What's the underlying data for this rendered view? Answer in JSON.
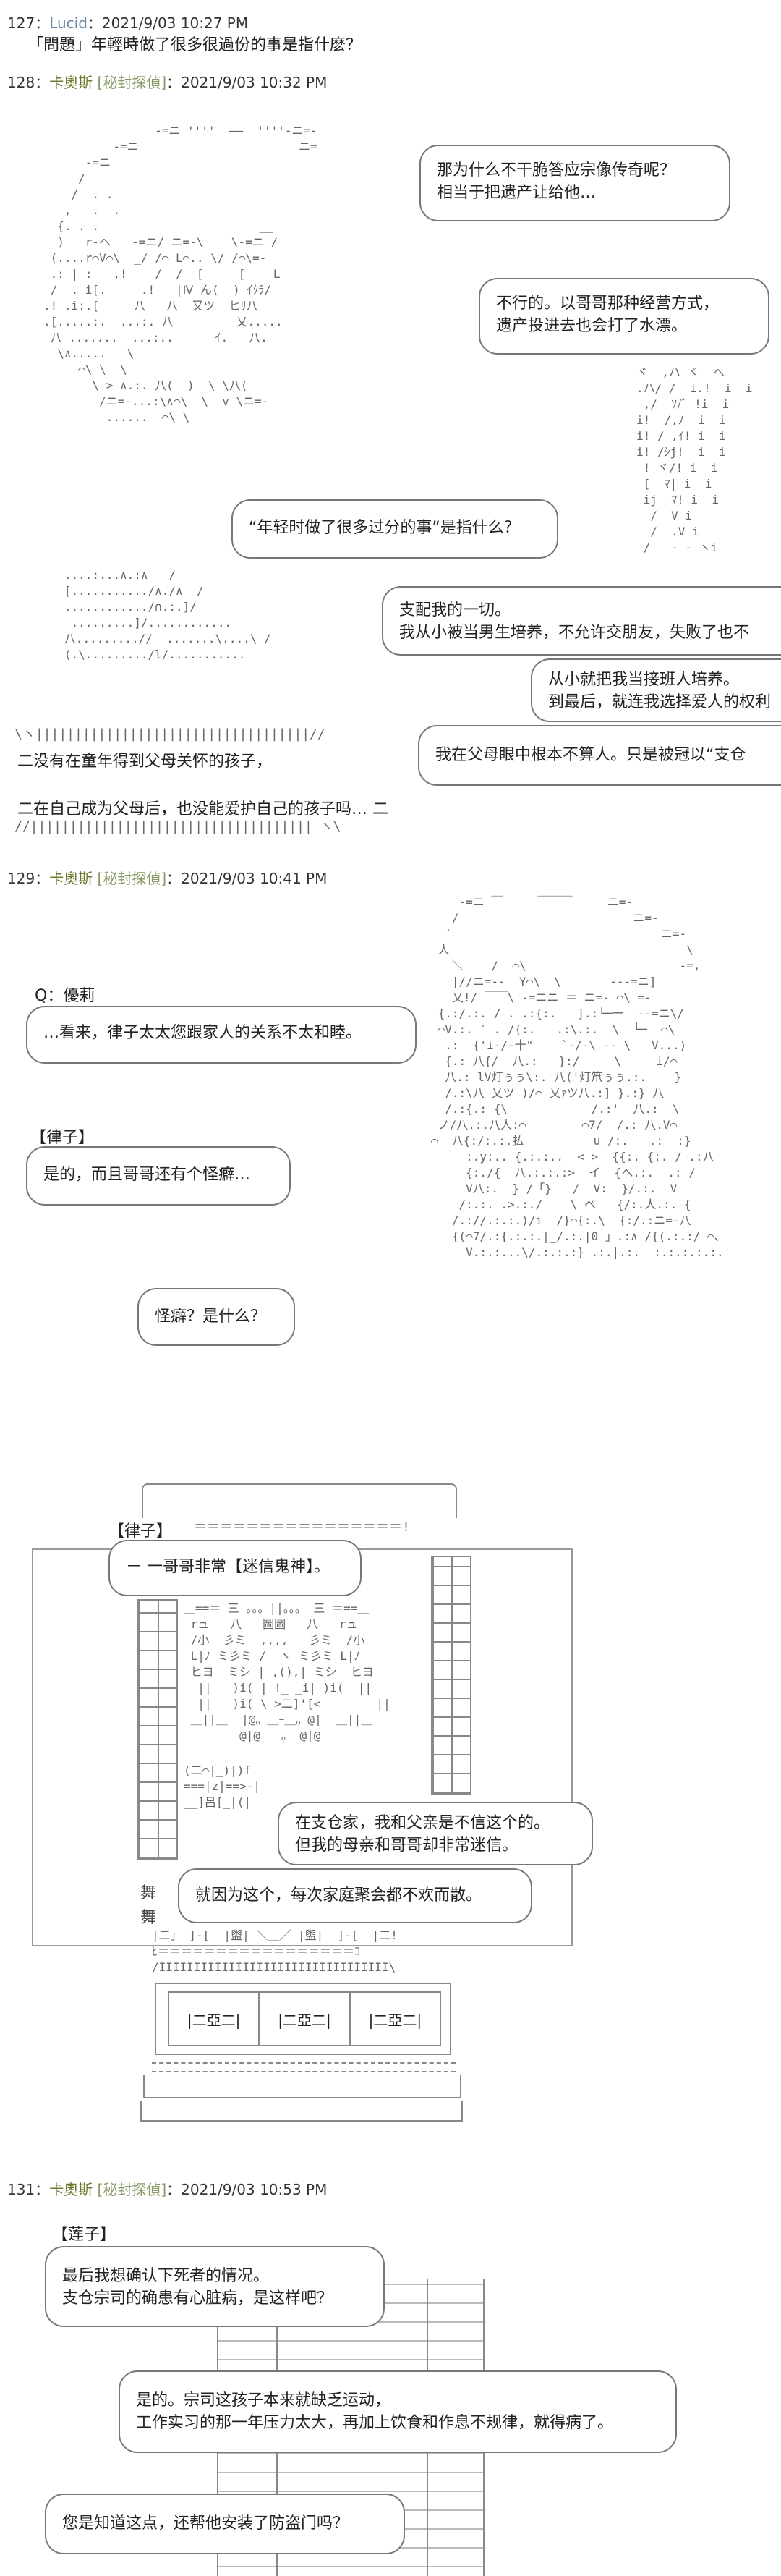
{
  "posts": [
    {
      "number": "127",
      "name": "Lucid",
      "trip": "",
      "datetime": "2021/9/03 10:27 PM",
      "body": "「問題」年輕時做了很多很過份的事是指什麽？"
    },
    {
      "number": "128",
      "name": "卡奧斯",
      "trip": "[秘封探偵]",
      "datetime": "2021/9/03 10:32 PM"
    },
    {
      "number": "129",
      "name": "卡奧斯",
      "trip": "[秘封探偵]",
      "datetime": "2021/9/03 10:41 PM"
    },
    {
      "number": "131",
      "name": "卡奧斯",
      "trip": "[秘封探偵]",
      "datetime": "2021/9/03 10:53 PM"
    }
  ],
  "scene128": {
    "bubble1": [
      "那为什么不干脆答应宗像传奇呢？",
      "相当于把遗产让给他…"
    ],
    "bubble2": [
      "不行的。以哥哥那种经营方式，",
      "遗产投进去也会打了水漂。"
    ],
    "bubble3": [
      "“年轻时做了很多过分的事”是指什么？"
    ],
    "bubble4": [
      "支配我的一切。",
      "我从小被当男生培养，不允许交朋友，失败了也不"
    ],
    "bubble5": [
      "从小就把我当接班人培养。",
      "到最后，就连我选择爱人的权利"
    ],
    "bubble6": [
      "我在父母眼中根本不算人。只是被冠以“支仓"
    ],
    "banner": [
      "二没有在童年得到父母关怀的孩子，",
      "二在自己成为父母后，也没能爱护自己的孩子吗… 二"
    ]
  },
  "scene129": {
    "speaker_q": "Q：優莉",
    "bubble_q": "…看来，律子太太您跟家人的关系不太和睦。",
    "speaker_r": "【律子】",
    "bubble_r": "是的，而且哥哥还有个怪癖…",
    "bubble_q2": "怪癖？是什么？"
  },
  "shrine": {
    "speaker": "【律子】",
    "bubble1": "－ 一哥哥非常【迷信鬼神】。",
    "bubble2": [
      "在支仓家，我和父亲是不信这个的。",
      "但我的母亲和哥哥却非常迷信。"
    ],
    "bubble3": "就因为这个，每次家庭聚会都不欢而散。",
    "drawers": [
      "|二亞二|",
      "|二亞二|",
      "|二亞二|"
    ],
    "side_kanji": [
      "舞",
      "舞"
    ]
  },
  "scene131": {
    "speaker": "【莲子】",
    "bubble1": [
      "最后我想确认下死者的情况。",
      "支仓宗司的确患有心脏病，是这样吧？"
    ],
    "bubble2": [
      "是的。宗司这孩子本来就缺乏运动，",
      "工作实习的那一年压力太大，再加上饮食和作息不规律，就得病了。"
    ],
    "bubble3": "您是知道这点，还帮他安装了防盗门吗？"
  }
}
